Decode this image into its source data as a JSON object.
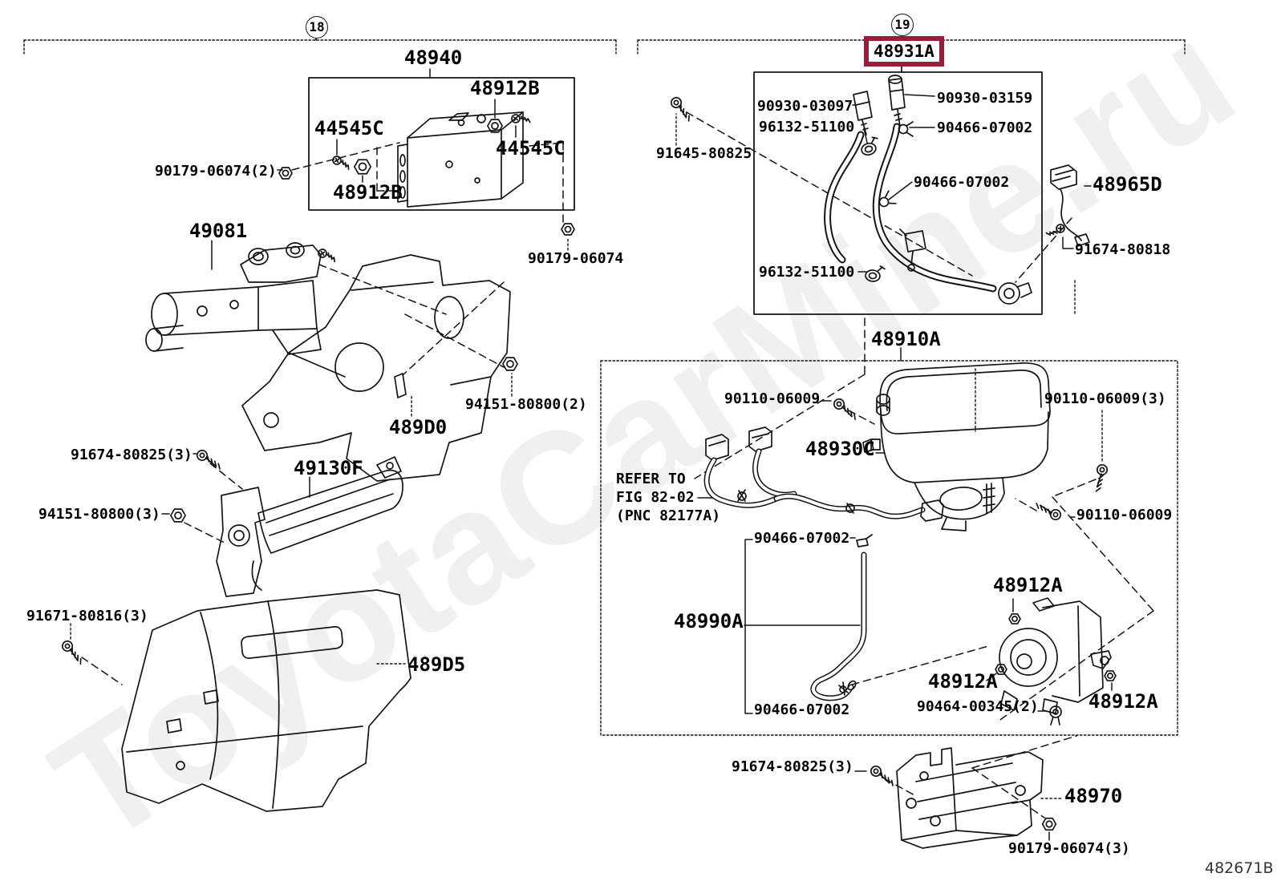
{
  "meta": {
    "drawing_number": "482671B",
    "watermark": "ToyotaCarMine.ru"
  },
  "colors": {
    "line": "#151515",
    "highlight_border": "#9b1b38",
    "label_text": "#000000",
    "background": "#ffffff"
  },
  "sections": [
    {
      "number": "18"
    },
    {
      "number": "19",
      "highlighted_part": "48931A"
    }
  ],
  "highlight": {
    "text": "48931A"
  },
  "note": {
    "lines": [
      "REFER TO",
      "FIG 82-02",
      "(PNC 82177A)"
    ]
  },
  "labels": [
    {
      "text": "48940"
    },
    {
      "text": "48912B"
    },
    {
      "text": "44545C"
    },
    {
      "text": "90179-06074(2)"
    },
    {
      "text": "48912B"
    },
    {
      "text": "44545C"
    },
    {
      "text": "49081"
    },
    {
      "text": "90179-06074"
    },
    {
      "text": "94151-80800(2)"
    },
    {
      "text": "489D0"
    },
    {
      "text": "91674-80825(3)"
    },
    {
      "text": "49130F"
    },
    {
      "text": "94151-80800(3)"
    },
    {
      "text": "91671-80816(3)"
    },
    {
      "text": "489D5"
    },
    {
      "text": "90930-03097"
    },
    {
      "text": "90930-03159"
    },
    {
      "text": "96132-51100"
    },
    {
      "text": "90466-07002"
    },
    {
      "text": "91645-80825"
    },
    {
      "text": "48965D"
    },
    {
      "text": "90466-07002"
    },
    {
      "text": "91674-80818"
    },
    {
      "text": "96132-51100"
    },
    {
      "text": "48910A"
    },
    {
      "text": "90110-06009"
    },
    {
      "text": "90110-06009(3)"
    },
    {
      "text": "48930C"
    },
    {
      "text": "90110-06009"
    },
    {
      "text": "90466-07002"
    },
    {
      "text": "48912A"
    },
    {
      "text": "48990A"
    },
    {
      "text": "48912A"
    },
    {
      "text": "90466-07002"
    },
    {
      "text": "90464-00345(2)"
    },
    {
      "text": "48912A"
    },
    {
      "text": "91674-80825(3)"
    },
    {
      "text": "48970"
    },
    {
      "text": "90179-06074(3)"
    }
  ]
}
